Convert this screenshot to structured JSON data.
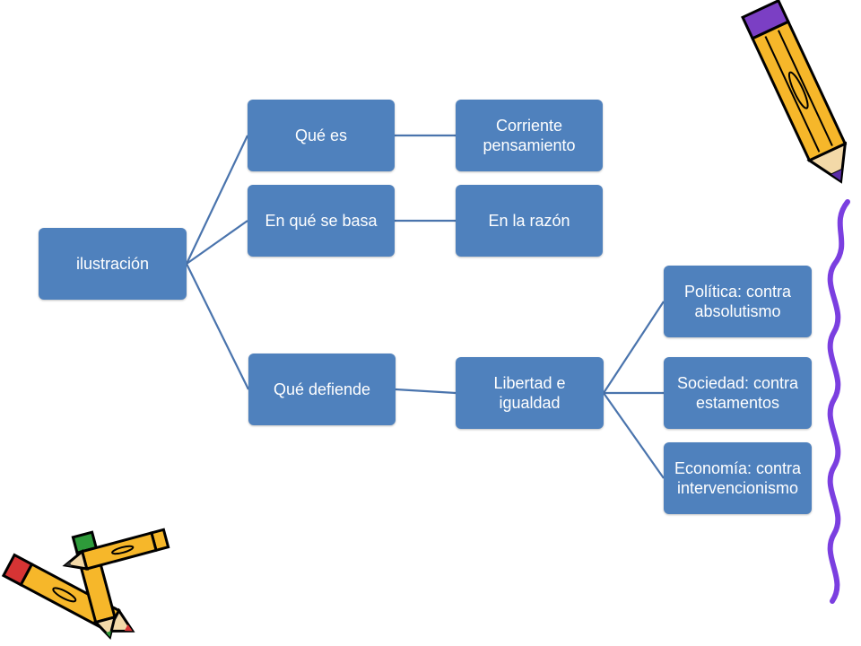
{
  "diagram": {
    "root": "ilustración",
    "que_es": "Qué es",
    "corriente": "Corriente pensamiento",
    "en_que_se_basa": "En qué se basa",
    "en_la_razon": "En la razón",
    "que_defiende": "Qué defiende",
    "libertad": "Libertad e igualdad",
    "politica": "Política: contra absolutismo",
    "sociedad": "Sociedad: contra estamentos",
    "economia": "Economía: contra intervencionismo"
  },
  "colors": {
    "node_fill": "#4f81bd",
    "connector": "#4a74ad",
    "text": "#ffffff"
  },
  "decorations": [
    "pencil-icon",
    "crossed-pencils-icon",
    "squiggle-border"
  ]
}
